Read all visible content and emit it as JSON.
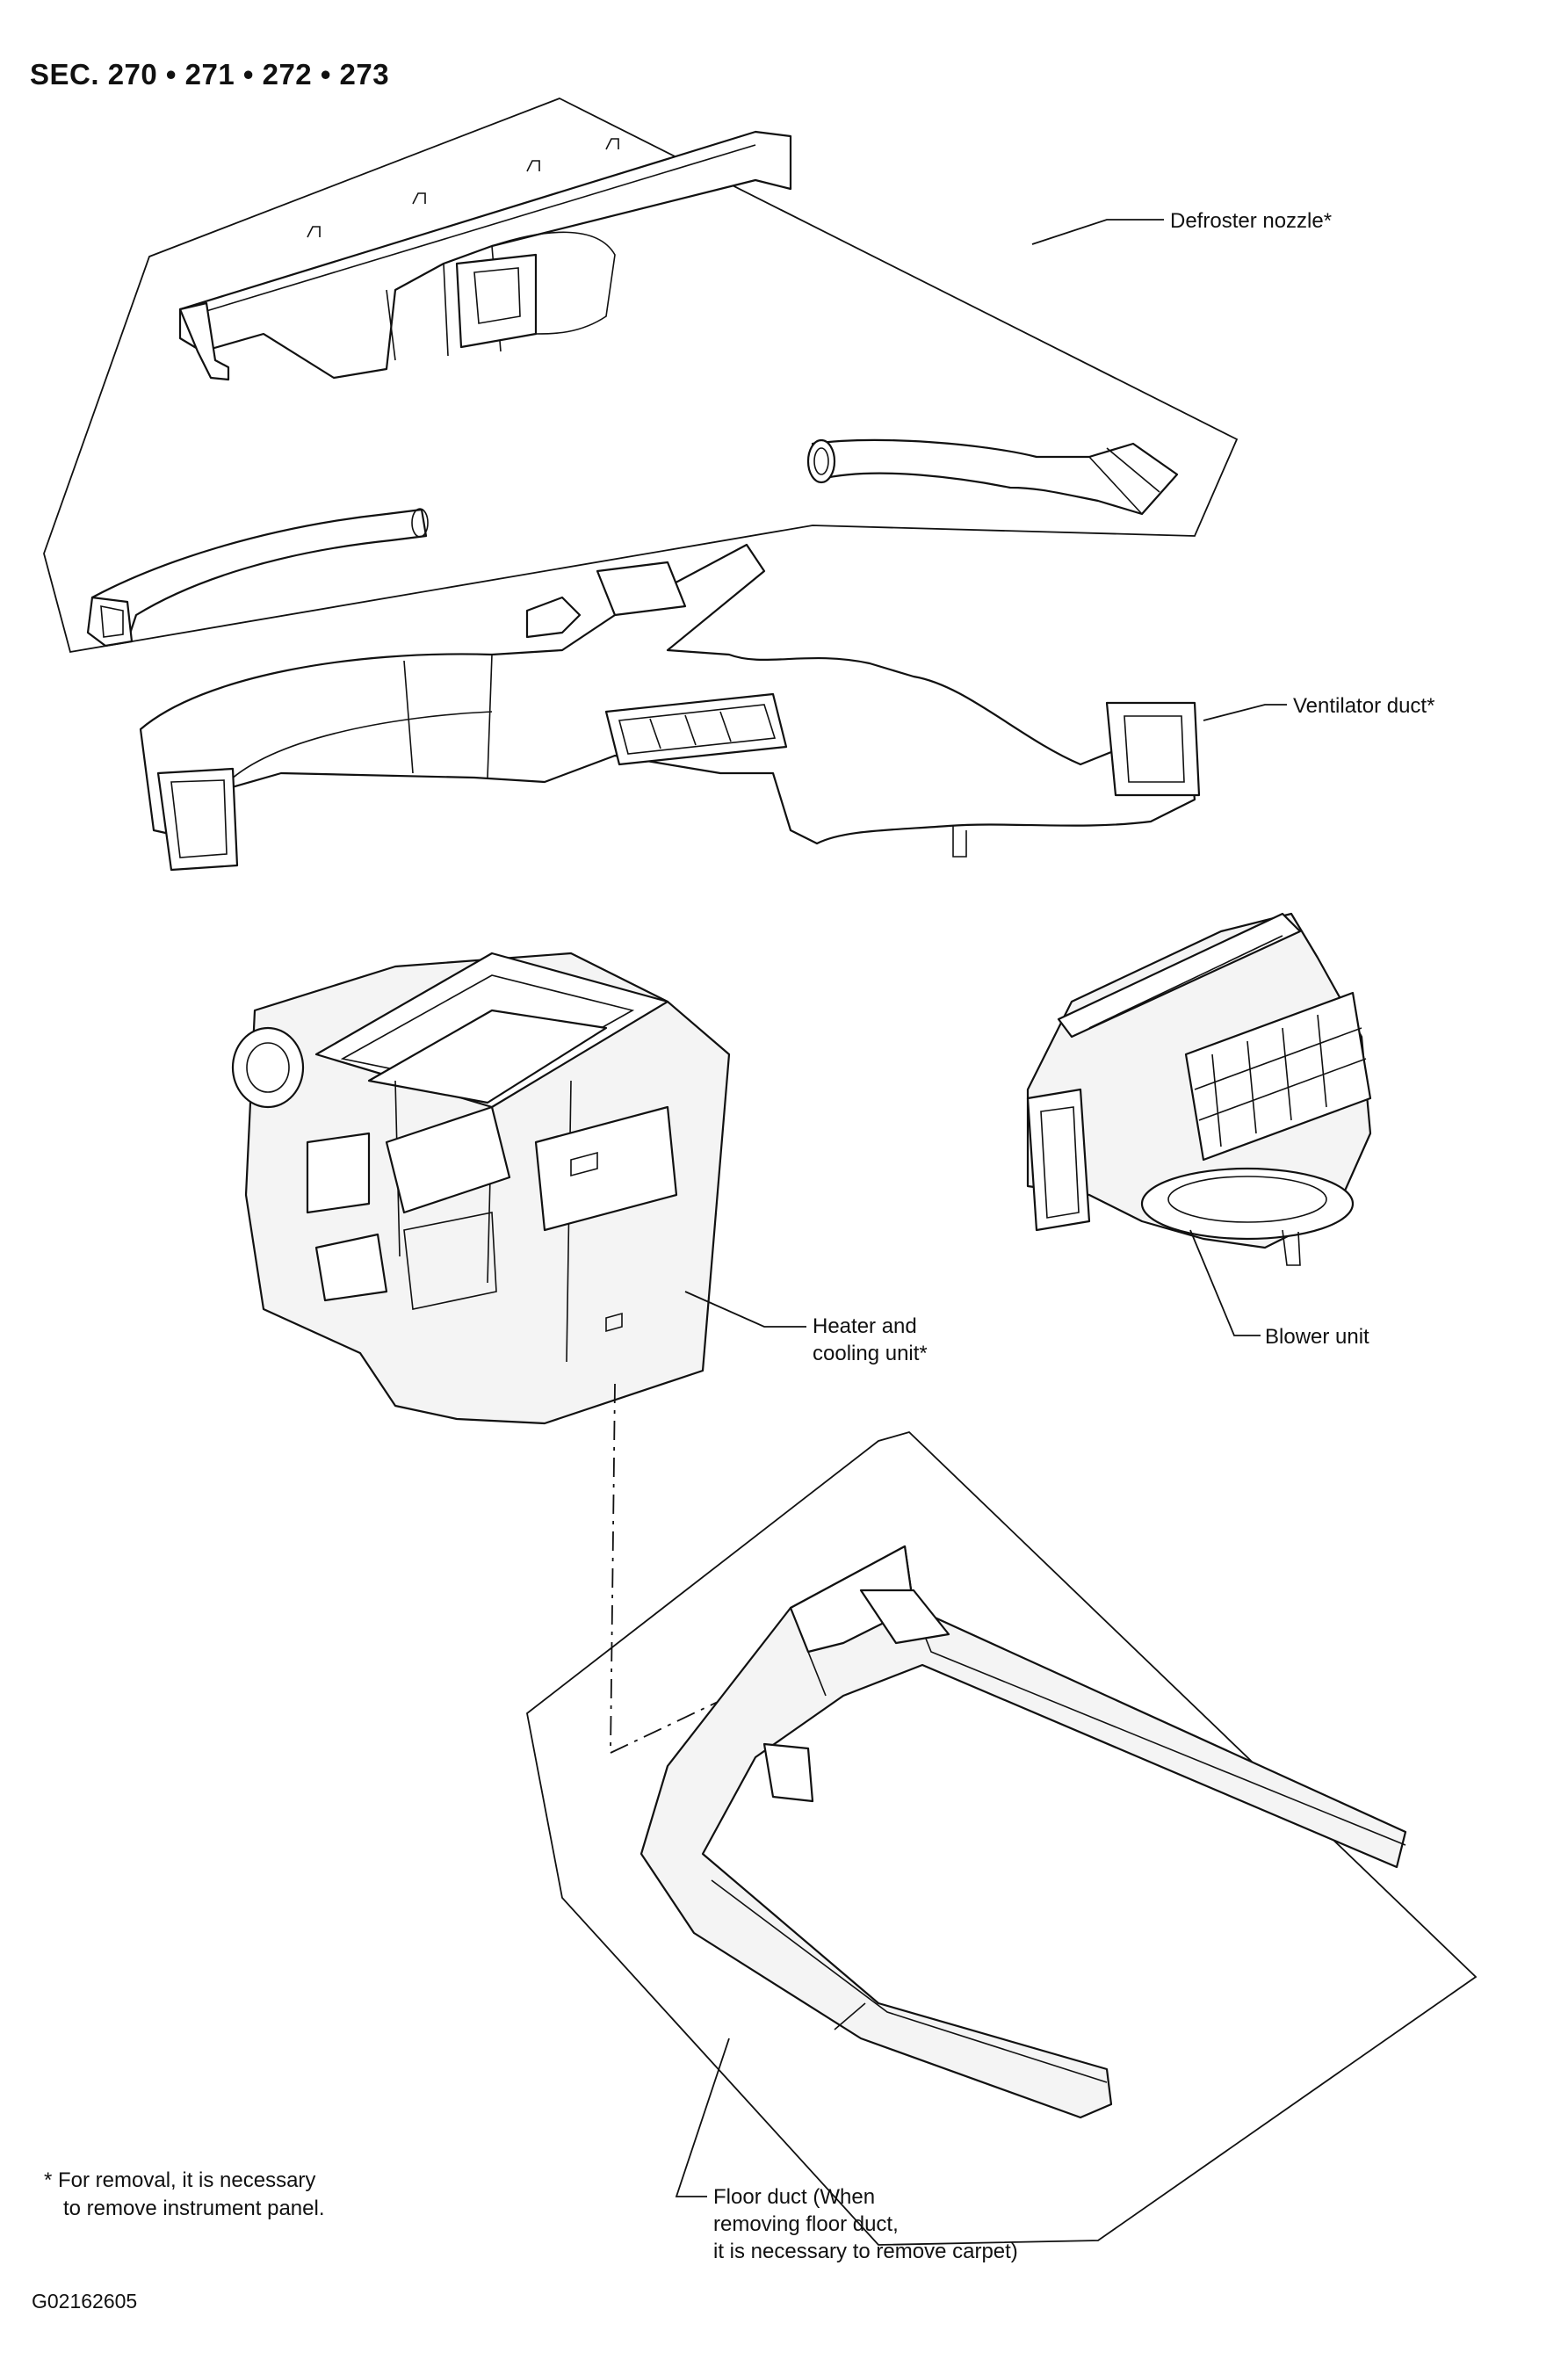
{
  "section_title": "SEC. 270 • 271 • 272 • 273",
  "figure_id": "G02162605",
  "footnote": {
    "line1": "* For removal, it is necessary",
    "line2": "to remove instrument panel."
  },
  "callouts": {
    "defroster_nozzle": "Defroster nozzle*",
    "ventilator_duct": "Ventilator duct*",
    "heater_cooling_unit": [
      "Heater and",
      "cooling unit*"
    ],
    "blower_unit": "Blower unit",
    "floor_duct": [
      "Floor duct (When",
      "removing floor duct,",
      "it is necessary to remove carpet)"
    ]
  }
}
